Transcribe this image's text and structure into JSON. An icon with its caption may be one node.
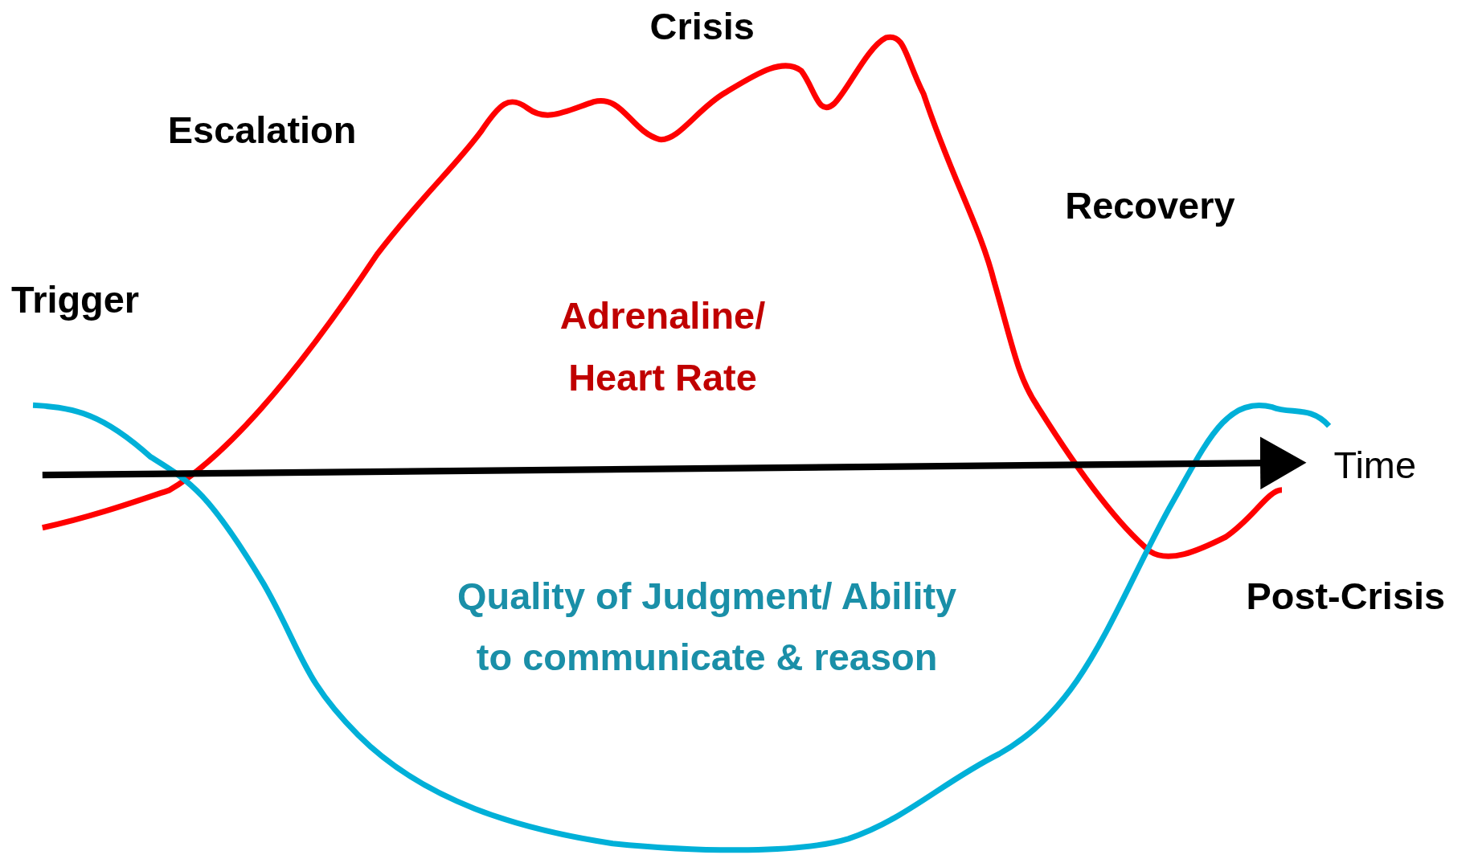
{
  "diagram": {
    "labels": [
      "Crisis",
      "Escalation",
      "Recovery",
      "Trigger",
      "Adrenaline/ Heart Rate",
      "Time",
      "Post-Crisis",
      "Quality of Judgment/ Ability to communicate & reason"
    ]
  }
}
